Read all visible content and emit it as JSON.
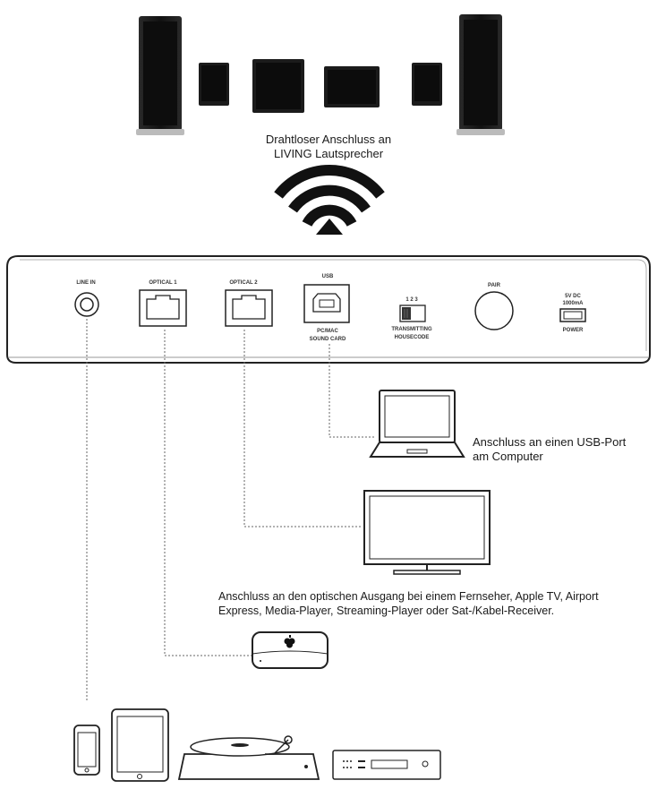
{
  "captions": {
    "wireless": [
      "Drahtloser Anschluss an",
      "LIVING Lautsprecher"
    ],
    "usb": [
      "Anschluss an einen USB-Port",
      "am Computer"
    ],
    "optical": [
      "Anschluss an den optischen Ausgang bei einem Fernseher, Apple TV, Airport",
      "Express, Media-Player, Streaming-Player oder Sat-/Kabel-Receiver."
    ]
  },
  "ports": {
    "line_in": "LINE IN",
    "optical1": "OPTICAL 1",
    "optical2": "OPTICAL 2",
    "usb": "USB",
    "usb_sub1": "PC/MAC",
    "usb_sub2": "SOUND CARD",
    "switch_nums": "1  2  3",
    "switch_label1": "TRANSMITTING",
    "switch_label2": "HOUSECODE",
    "pair": "PAIR",
    "power1": "5V DC",
    "power2": "1000mA",
    "power3": "POWER"
  }
}
